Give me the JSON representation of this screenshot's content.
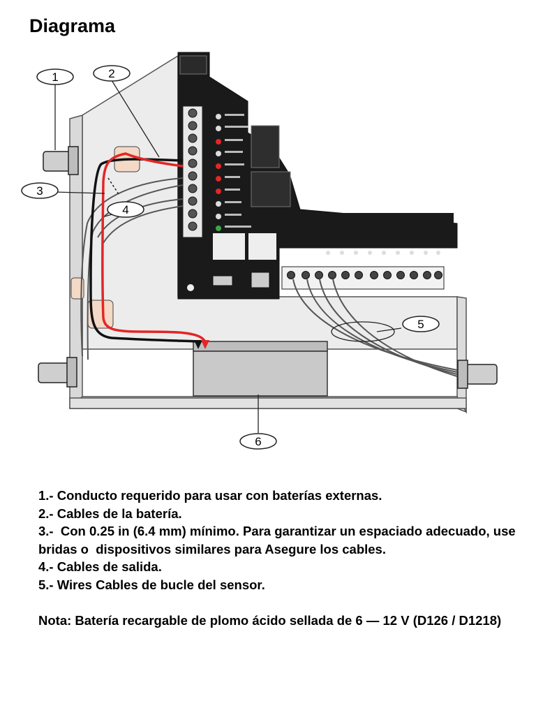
{
  "title": "Diagrama",
  "callouts": [
    "1",
    "2",
    "3",
    "4",
    "5",
    "6"
  ],
  "notes": [
    "1.- Conducto requerido para usar con baterías externas.",
    "2.- Cables de la batería.",
    "3.-  Con 0.25 in (6.4 mm) mínimo. Para garantizar un espaciado adecuado, use bridas o  dispositivos similares para Asegure los cables.",
    "4.- Cables de salida.",
    "5.- Wires Cables de bucle del sensor."
  ],
  "nota": "Nota: Batería recargable de plomo ácido sellada de 6 — 12 V (D126 / D1218)",
  "colors": {
    "panel": "#1a1a1a",
    "enclosure": "#e6e6e6",
    "battery": "#c9c9c9",
    "red_wire": "#e32626",
    "peach_clip": "#f3d9c6"
  }
}
